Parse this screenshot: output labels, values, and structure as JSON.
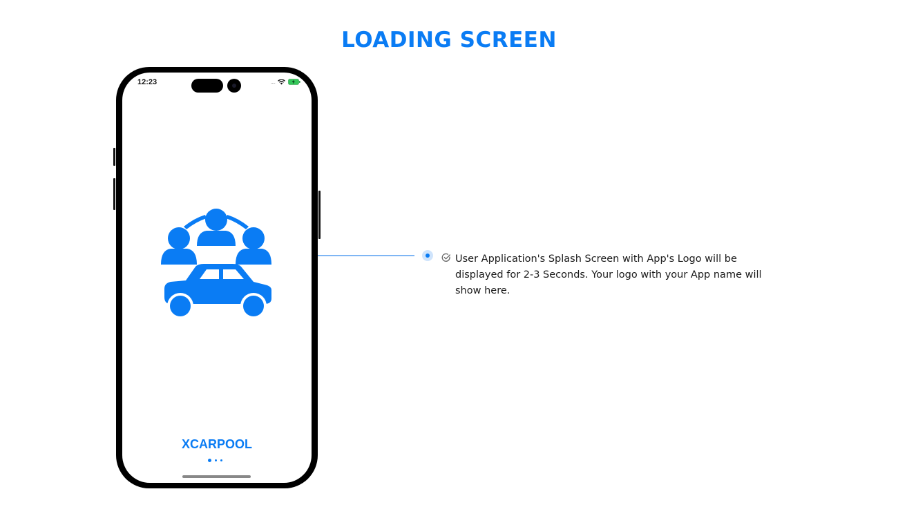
{
  "header": {
    "title": "LOADING SCREEN"
  },
  "phone": {
    "status_time": "12:23",
    "signal_text": "....",
    "app_name": "XCARPOOL",
    "logo_icon": "carpool-logo-icon"
  },
  "annotation": {
    "description": "User Application's Splash Screen with App's Logo will be displayed for 2-3 Seconds. Your logo with your App name will show here."
  },
  "colors": {
    "accent": "#0a7cf4",
    "connector": "#7fb6f4",
    "bullet_halo": "#cfe4fc",
    "battery": "#34c759"
  }
}
